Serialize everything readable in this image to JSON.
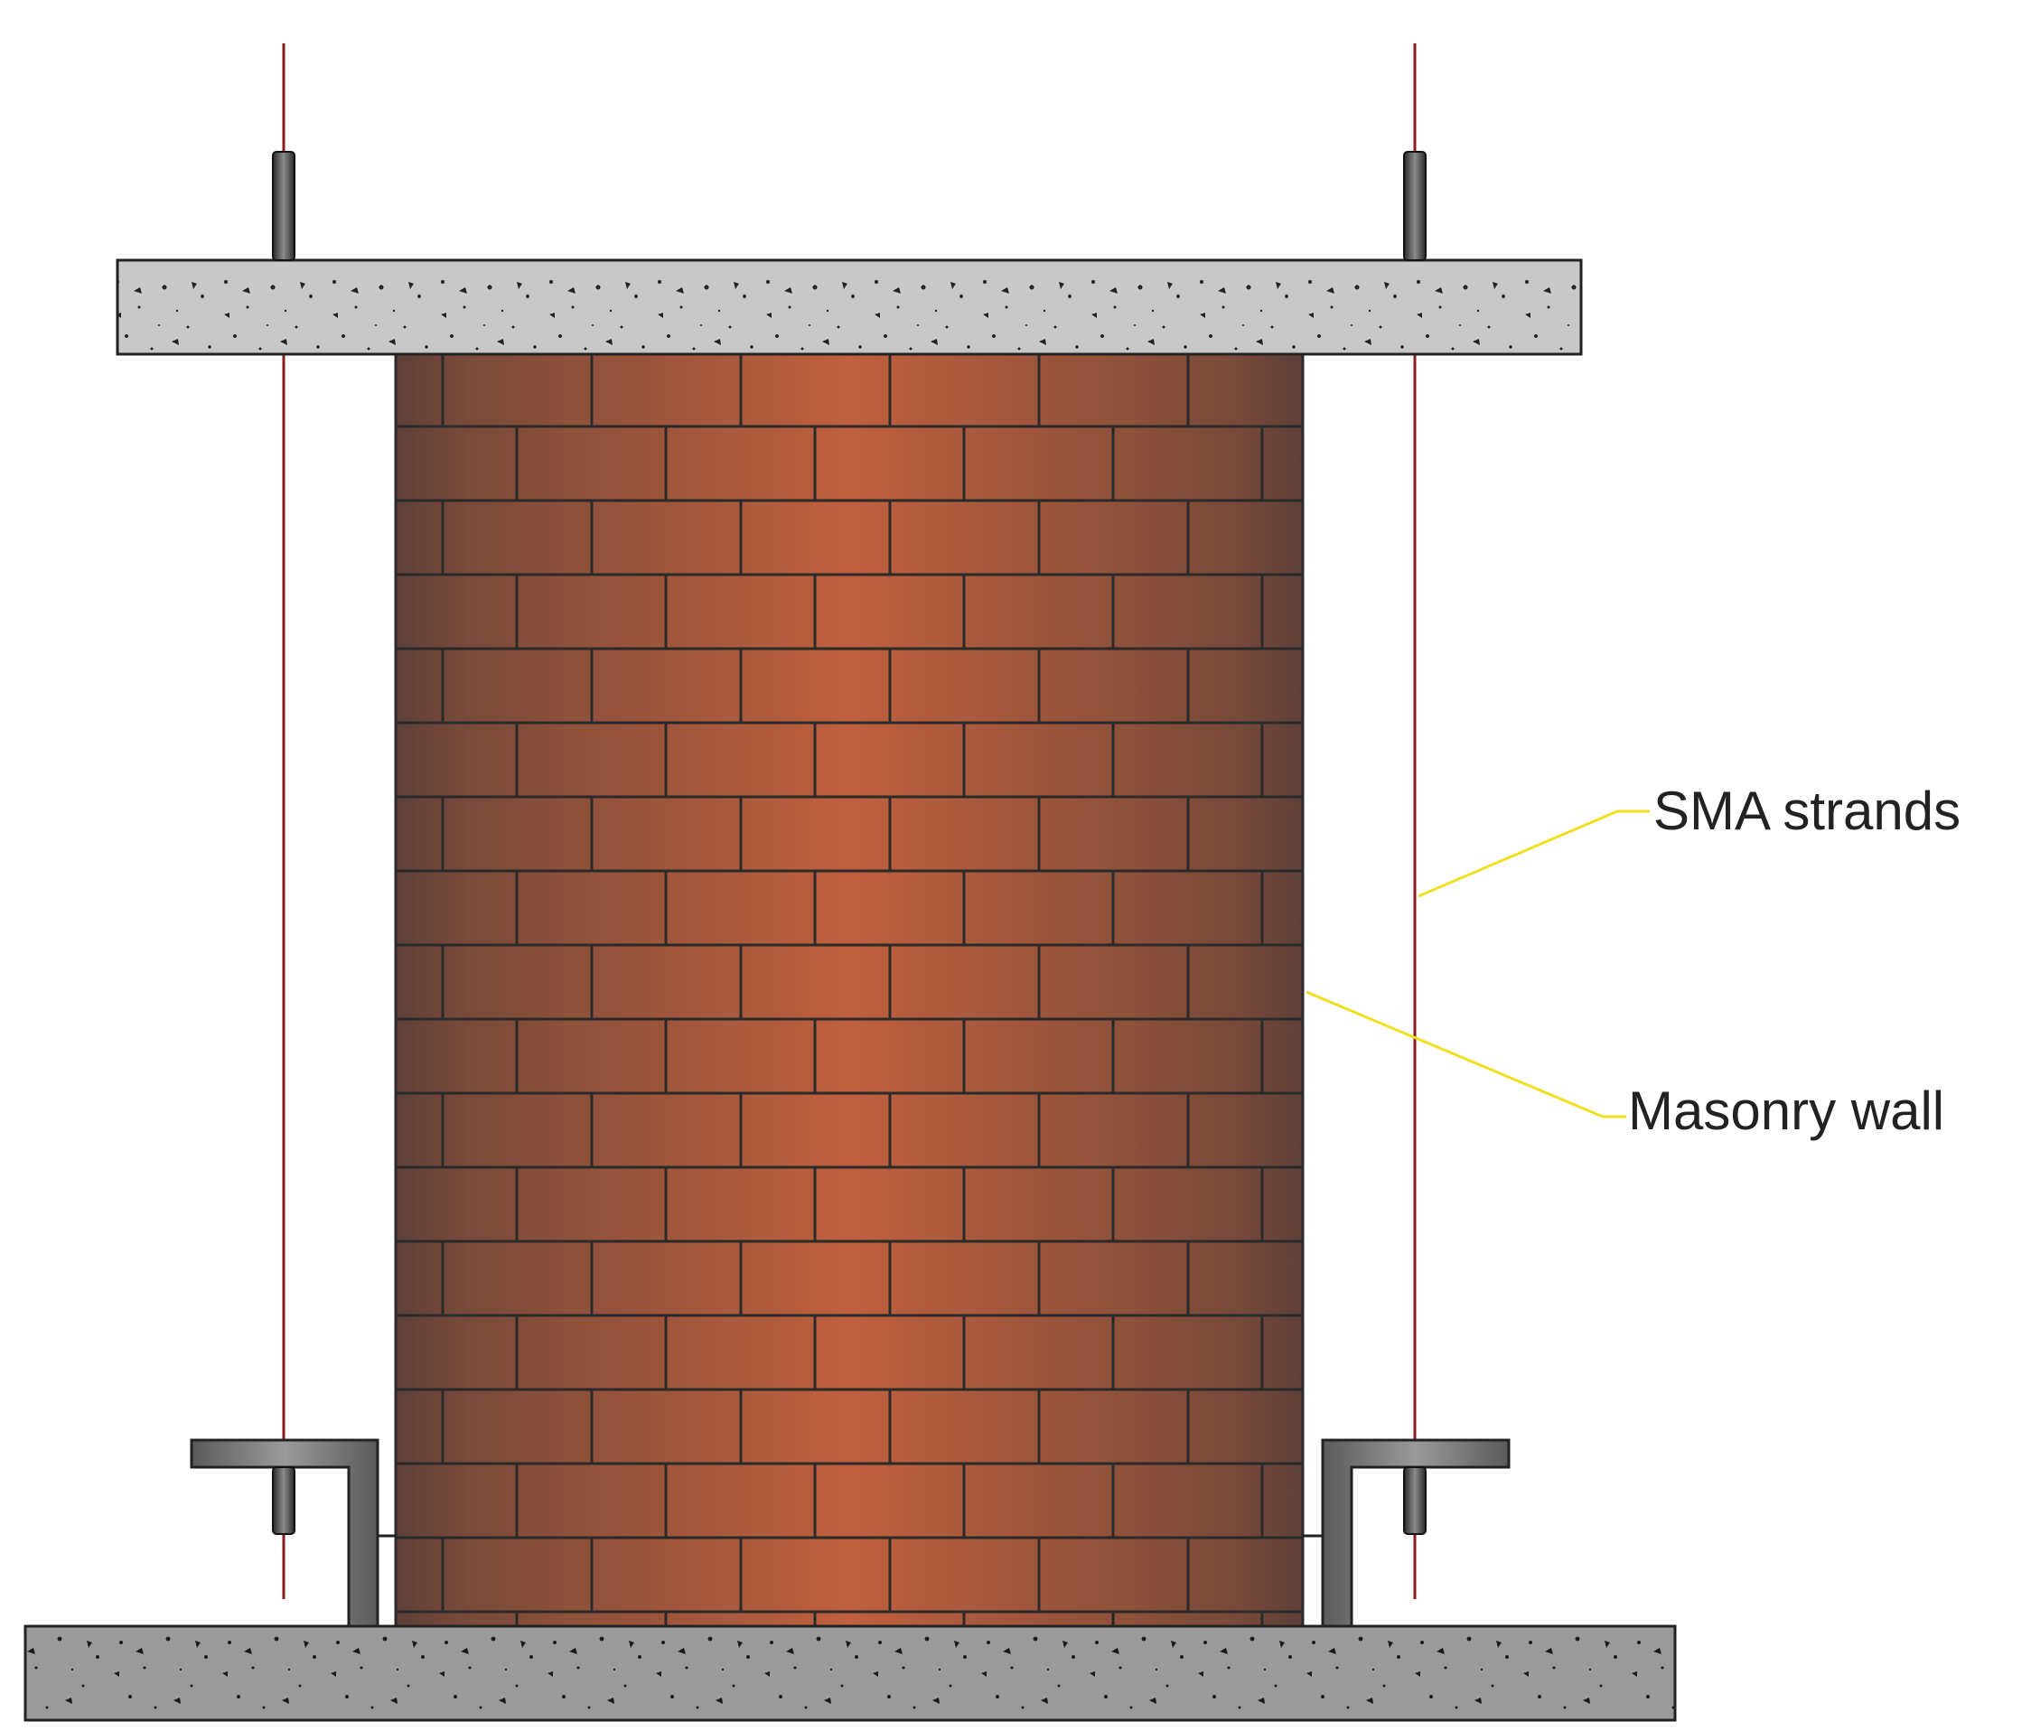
{
  "labels": {
    "sma_strands": "SMA strands",
    "masonry_wall": "Masonry wall"
  },
  "colors": {
    "brick_center": "#c0603e",
    "brick_edge": "#5e4038",
    "mortar": "#2a2a2a",
    "concrete_top": "#c8c8c8",
    "concrete_bottom": "#9a9a9a",
    "strand": "#8b1e1e",
    "leader_line": "#f0e020",
    "steel": "#7a7a7a"
  },
  "icons": {
    "top_slab": "concrete-slab",
    "base_slab": "concrete-slab",
    "wall": "brick-wall",
    "angle_brackets": "steel-angle",
    "anchors": "strand-anchor"
  }
}
